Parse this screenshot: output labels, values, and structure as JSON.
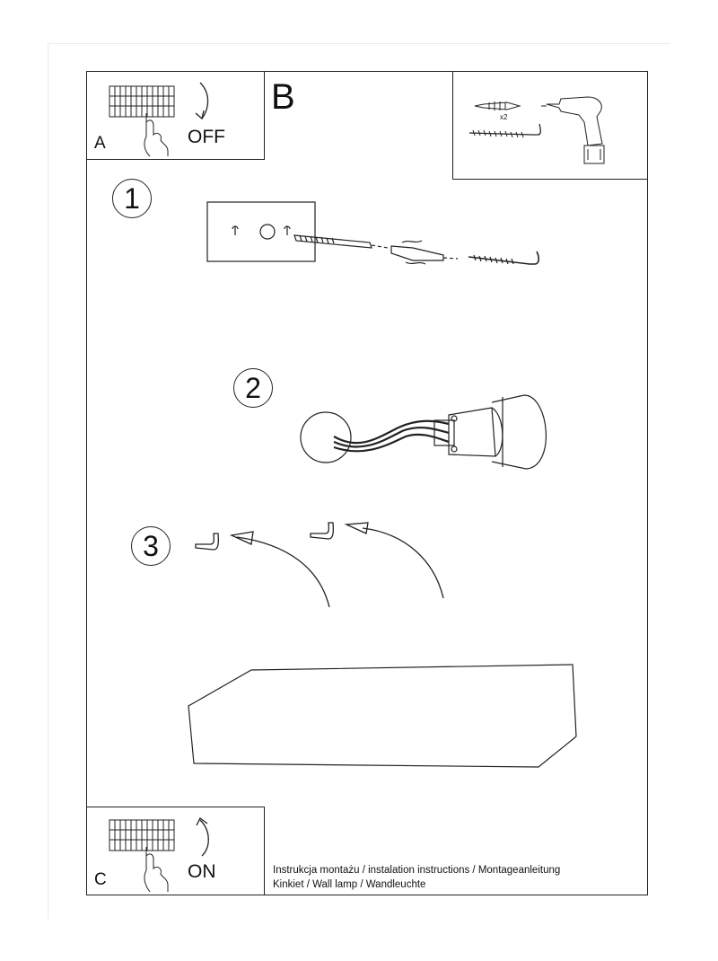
{
  "panel_a": {
    "letter": "A",
    "switch_label": "OFF"
  },
  "panel_b": {
    "letter": "B",
    "quantity": "x2"
  },
  "panel_c": {
    "letter": "C",
    "switch_label": "ON"
  },
  "steps": [
    "1",
    "2",
    "3"
  ],
  "footer": {
    "line1": "Instrukcja montażu / instalation instructions / Montageanleitung",
    "line2": "Kinkiet / Wall lamp / Wandleuchte"
  }
}
